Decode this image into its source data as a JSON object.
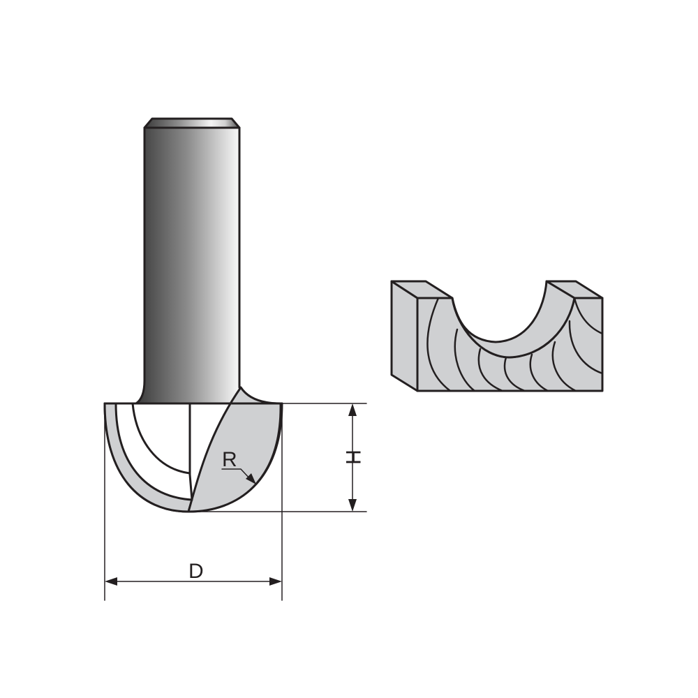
{
  "labels": {
    "radius": "R",
    "height": "H",
    "diameter": "D"
  },
  "colors": {
    "outline": "#231f20",
    "fill": "#cfd0d2",
    "background": "#ffffff"
  }
}
